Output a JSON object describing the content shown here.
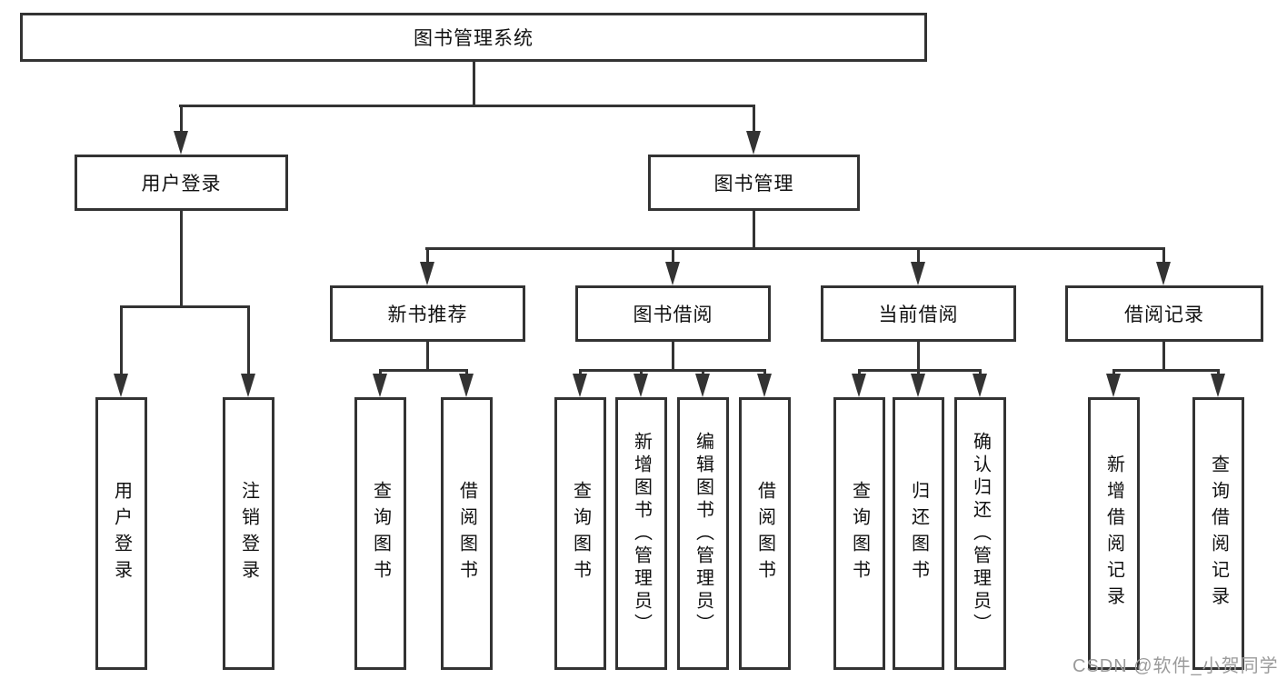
{
  "diagram": {
    "title": "图书管理系统",
    "colors": {
      "line": "#333333",
      "text": "#111111",
      "background": "#ffffff",
      "watermark_text": "#9b9b9b"
    },
    "nodes": {
      "root": "图书管理系统",
      "user_login": "用户登录",
      "book_management": "图书管理",
      "new_book_recommend": "新书推荐",
      "book_borrowing": "图书借阅",
      "current_borrowing": "当前借阅",
      "borrow_records": "借阅记录",
      "leaves": {
        "login": [
          "用户登录",
          "注销登录"
        ],
        "recommend": [
          "查询图书",
          "借阅图书"
        ],
        "borrowing": [
          "查询图书",
          "新增图书（管理员）",
          "编辑图书（管理员）",
          "借阅图书"
        ],
        "current": [
          "查询图书",
          "归还图书",
          "确认归还（管理员）"
        ],
        "records": [
          "新增借阅记录",
          "查询借阅记录"
        ]
      }
    },
    "watermark": "CSDN @软件_小贺同学"
  }
}
